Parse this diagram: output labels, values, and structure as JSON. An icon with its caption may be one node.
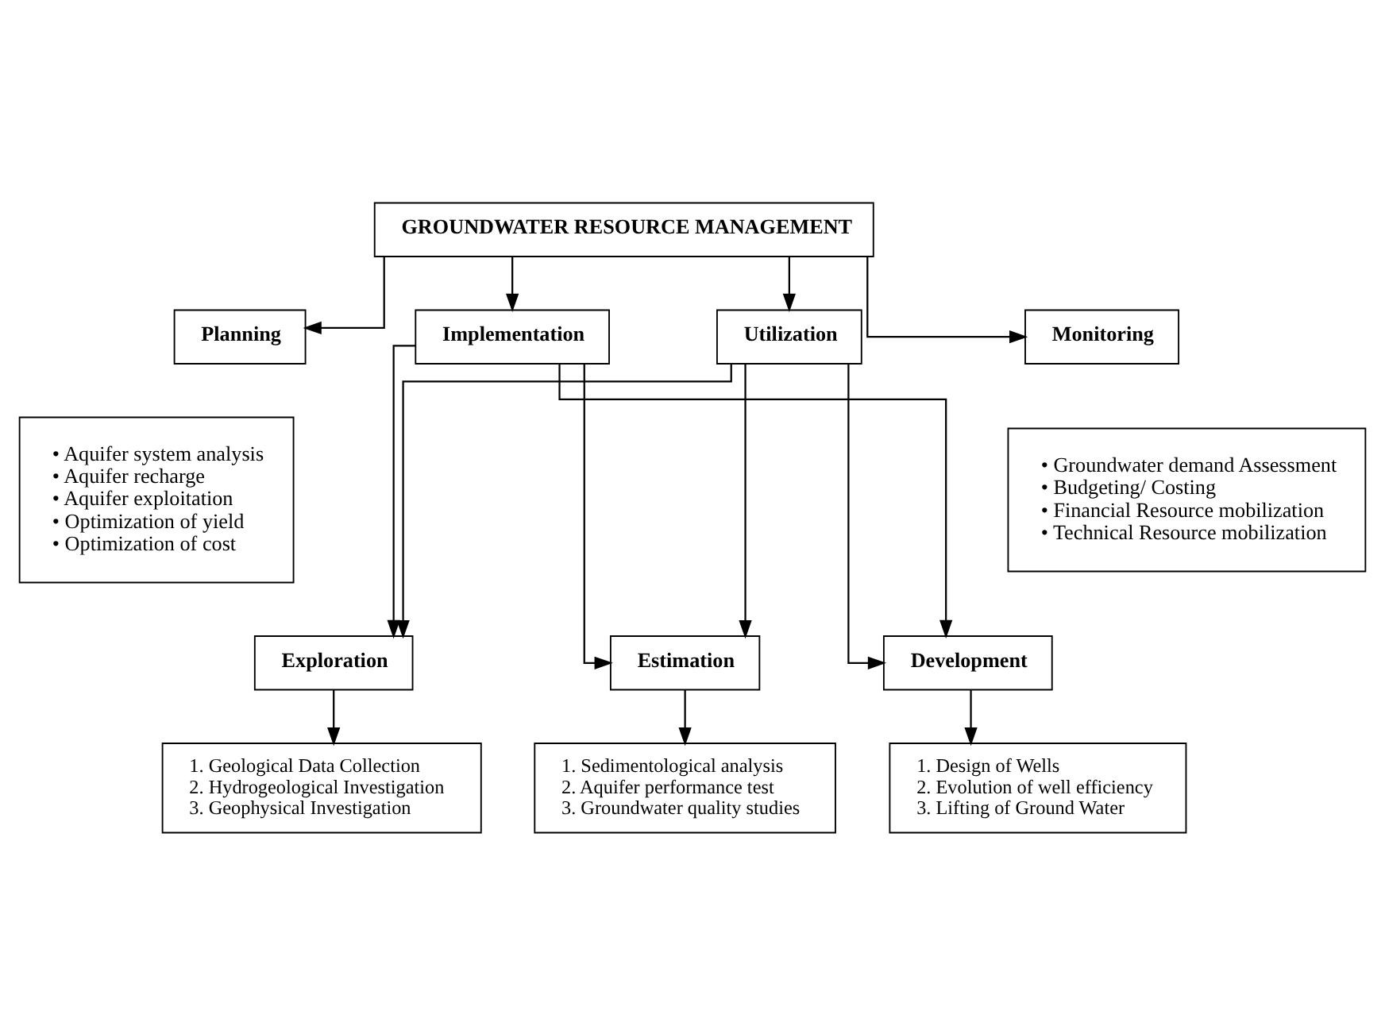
{
  "diagram": {
    "nodes": [
      {
        "text": [
          "GROUNDWATER RESOURCE MANAGEMENT"
        ]
      },
      {
        "text": [
          "Planning"
        ]
      },
      {
        "text": [
          "Implementation"
        ]
      },
      {
        "text": [
          "Utilization"
        ]
      },
      {
        "text": [
          "Monitoring"
        ]
      },
      {
        "text": [
          "• Aquifer system analysis",
          "• Aquifer recharge",
          "• Aquifer exploitation",
          "• Optimization of yield",
          "• Optimization of cost"
        ]
      },
      {
        "text": [
          "• Groundwater demand Assessment",
          "• Budgeting/ Costing",
          "• Financial Resource mobilization",
          "• Technical Resource mobilization"
        ]
      },
      {
        "text": [
          "Exploration"
        ]
      },
      {
        "text": [
          "Estimation"
        ]
      },
      {
        "text": [
          "Development"
        ]
      },
      {
        "text": [
          "1. Geological Data Collection",
          "2. Hydrogeological Investigation",
          "3. Geophysical Investigation"
        ]
      },
      {
        "text": [
          "1. Sedimentological analysis",
          "2. Aquifer performance test",
          "3. Groundwater quality studies"
        ]
      },
      {
        "text": [
          "1. Design of Wells",
          "2. Evolution of well efficiency",
          "3. Lifting of Ground Water"
        ]
      }
    ],
    "edges": [
      {
        "from": 0,
        "to": 1,
        "arrow": "to"
      },
      {
        "from": 0,
        "to": 2,
        "arrow": "to"
      },
      {
        "from": 0,
        "to": 3,
        "arrow": "to"
      },
      {
        "from": 0,
        "to": 4,
        "arrow": "to"
      },
      {
        "from": 2,
        "to": 7,
        "arrow": "to"
      },
      {
        "from": 2,
        "to": 8,
        "arrow": "to"
      },
      {
        "from": 2,
        "to": 9,
        "arrow": "to"
      },
      {
        "from": 3,
        "to": 7,
        "arrow": "to"
      },
      {
        "from": 3,
        "to": 8,
        "arrow": "to"
      },
      {
        "from": 3,
        "to": 9,
        "arrow": "to"
      },
      {
        "from": 7,
        "to": 10,
        "arrow": "to"
      },
      {
        "from": 8,
        "to": 11,
        "arrow": "to"
      },
      {
        "from": 9,
        "to": 12,
        "arrow": "to"
      }
    ]
  }
}
